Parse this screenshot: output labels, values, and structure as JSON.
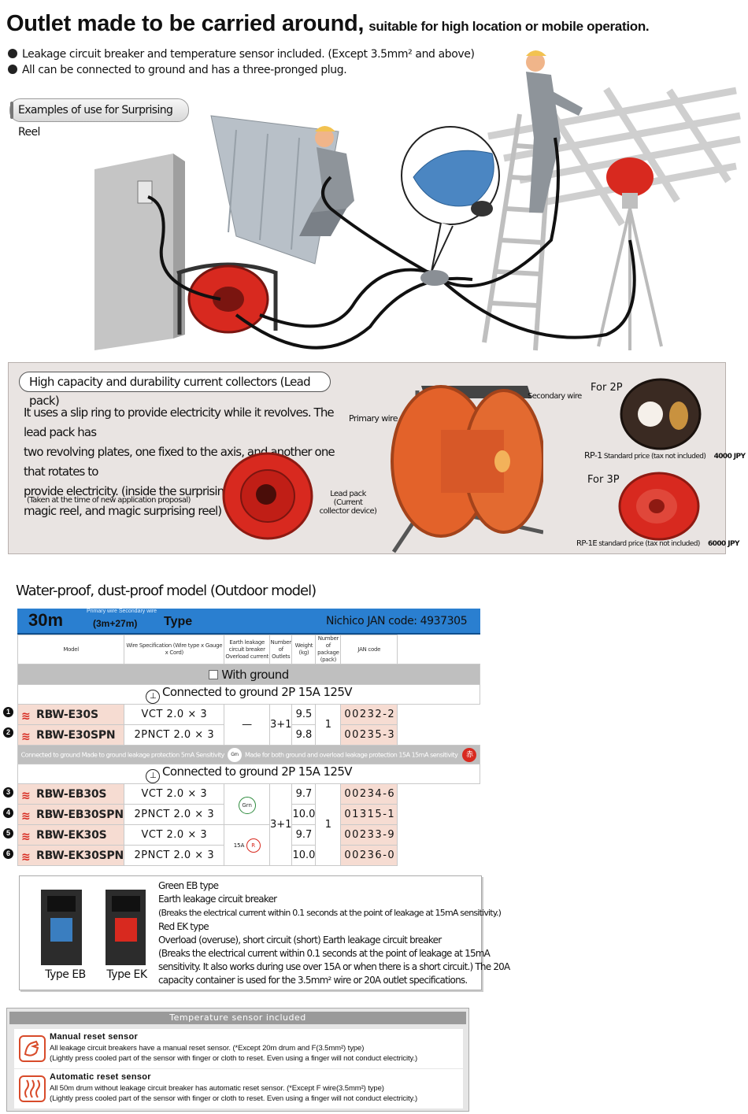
{
  "header": {
    "title": "Outlet made to be carried around,",
    "subtitle": "suitable for high location or mobile operation.",
    "bullets": [
      "Leakage circuit breaker and temperature sensor included. (Except 3.5mm² and above)",
      "All can be connected to ground and has a three-pronged plug."
    ]
  },
  "examples_label": "Examples of use for Surprising Reel",
  "lead_pack": {
    "title": "High capacity and durability current collectors (Lead pack)",
    "description_lines": [
      "It uses a slip ring to provide electricity while it revolves. The lead pack has",
      "two revolving plates, one fixed to the axis, and another one that rotates to",
      "provide electricity. (inside the surprising reel,",
      "magic reel, and magic surprising reel)"
    ],
    "note": "(Taken at the time of new application proposal)",
    "labels": {
      "secondary_wire": "Secondary wire",
      "primary_wire": "Primary wire",
      "lead_pack_line1": "Lead pack",
      "lead_pack_line2": "(Current collector device)"
    },
    "products": [
      {
        "heading": "For 2P",
        "code": "RP-1",
        "price_note": "Standard price (tax not included)",
        "price": "4000 JPY"
      },
      {
        "heading": "For 3P",
        "code": "RP-1E",
        "price_note": "standard price (tax not included)",
        "price": "6000 JPY"
      }
    ]
  },
  "table": {
    "heading": "Water-proof, dust-proof model (Outdoor model)",
    "bar": {
      "length": "30m",
      "small_note": "Primary wire Secondary wire",
      "split": "(3m+27m)",
      "type_word": "Type",
      "jan_label": "Nichico JAN code: 4937305"
    },
    "columns": [
      "Model",
      "Wire Specification (Wire type x Gauge x Cord)",
      "Earth leakage circuit breaker Overload current",
      "Number of Outlets",
      "Weight (kg)",
      "Number of package (pack)",
      "JAN code"
    ],
    "section_label": "With ground",
    "group1_label": "Connected to ground 2P 15A 125V",
    "group1_rows": [
      {
        "num": "1",
        "model": "RBW-E30S",
        "wire": "VCT 2.0 × 3",
        "weight": "9.5",
        "jan": "00232-2"
      },
      {
        "num": "2",
        "model": "RBW-E30SPN",
        "wire": "2PNCT 2.0 × 3",
        "weight": "9.8",
        "jan": "00235-3"
      }
    ],
    "group1_breaker": "—",
    "group1_outlets": "3+1",
    "group1_pack": "1",
    "note_row": {
      "left": "Connected to ground Made to ground leakage protection 5mA Sensitivity",
      "grn": "Grn",
      "right": "Made for both ground and overload leakage protection 15A 15mA sensitivity",
      "red": "赤"
    },
    "group2_label": "Connected to ground 2P 15A 125V",
    "group2_rows": [
      {
        "num": "3",
        "model": "RBW-EB30S",
        "wire": "VCT 2.0 × 3",
        "weight": "9.7",
        "jan": "00234-6"
      },
      {
        "num": "4",
        "model": "RBW-EB30SPN",
        "wire": "2PNCT 2.0 × 3",
        "weight": "10.0",
        "jan": "01315-1"
      },
      {
        "num": "5",
        "model": "RBW-EK30S",
        "wire": "VCT 2.0 × 3",
        "weight": "9.7",
        "jan": "00233-9"
      },
      {
        "num": "6",
        "model": "RBW-EK30SPN",
        "wire": "2PNCT 2.0 × 3",
        "weight": "10.0",
        "jan": "00236-0"
      }
    ],
    "group2_breaker_grn": "Grn",
    "group2_breaker_amp": "15A",
    "group2_breaker_r": "R",
    "group2_outlets": "3+1",
    "group2_pack": "1"
  },
  "breakers": {
    "type_eb": "Type EB",
    "type_ek": "Type EK",
    "lines": [
      "Green EB type",
      "Earth leakage circuit breaker",
      "(Breaks the electrical current within 0.1 seconds at the point of leakage at 15mA sensitivity.)",
      "Red EK type",
      "Overload (overuse), short circuit (short) Earth leakage circuit breaker",
      "(Breaks the electrical current within 0.1 seconds at the point of leakage at 15mA",
      "sensitivity. It also works during use over 15A or when there is a short circuit.) The 20A",
      "capacity container is used for the 3.5mm² wire or 20A outlet specifications."
    ]
  },
  "temperature": {
    "header": "Temperature sensor included",
    "manual": {
      "title": "Manual reset sensor",
      "line1": "All leakage circuit breakers have a manual reset sensor. (*Except 20m drum and F(3.5mm²) type)",
      "line2": "(Lightly press cooled part of the sensor with finger or cloth to reset. Even using a finger will not conduct electricity.)"
    },
    "automatic": {
      "title": "Automatic reset sensor",
      "line1": "All 50m drum without leakage circuit breaker has automatic reset sensor. (*Except F wire(3.5mm²) type)",
      "line2": "(Lightly press cooled part of the sensor with finger or cloth to reset. Even using a finger will not conduct electricity.)"
    }
  },
  "colors": {
    "accent_blue": "#2a7fd0",
    "model_bg": "#f6dcd2",
    "reel_orange": "#e3622a",
    "red": "#d8291f",
    "green": "#2e8b3d"
  }
}
